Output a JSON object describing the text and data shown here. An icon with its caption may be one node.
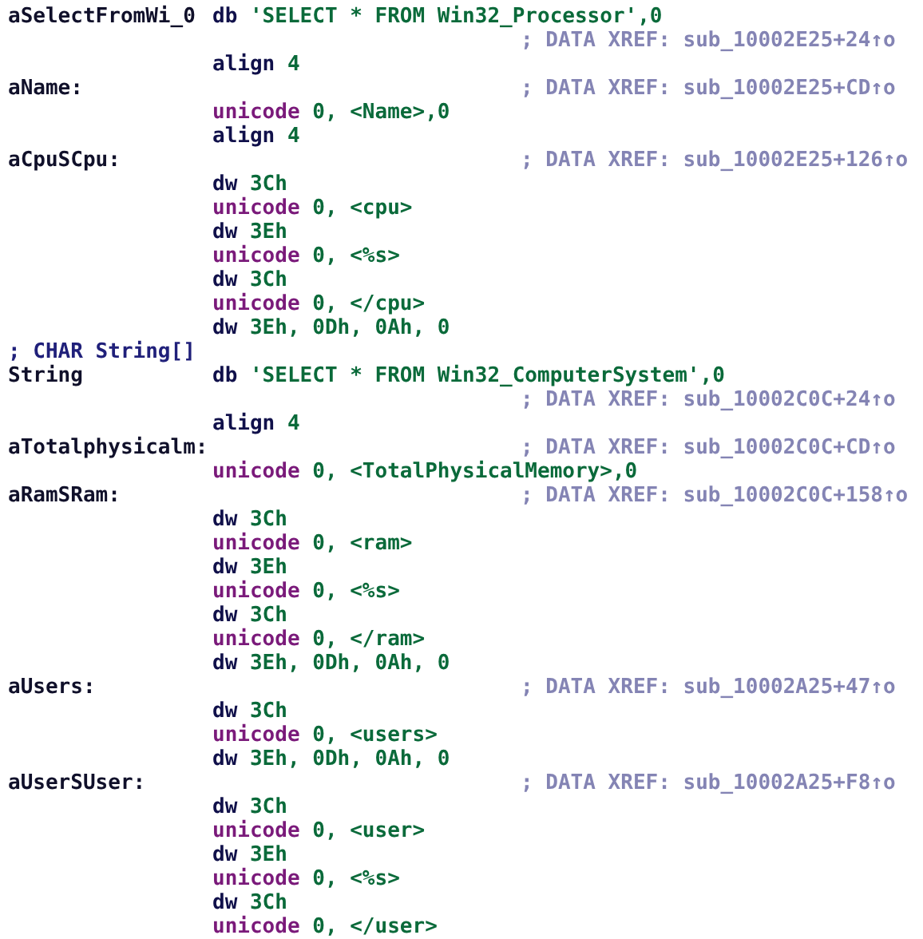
{
  "diagram": {
    "labels": [
      "aSelectFromWi_0",
      "db 'SELECT * FROM Win32_Processor',0",
      "; DATA XREF: sub_10002E25+24↑o",
      "align 4",
      "aName:",
      "; DATA XREF: sub_10002E25+CD↑o",
      "unicode 0, <Name>,0",
      "align 4",
      "aCpuSCpu:",
      "; DATA XREF: sub_10002E25+126↑o",
      "dw 3Ch",
      "unicode 0, <cpu>",
      "dw 3Eh",
      "unicode 0, <%s>",
      "dw 3Ch",
      "unicode 0, </cpu>",
      "dw 3Eh, 0Dh, 0Ah, 0",
      "; CHAR String[]",
      "String",
      "db 'SELECT * FROM Win32_ComputerSystem',0",
      "; DATA XREF: sub_10002C0C+24↑o",
      "align 4",
      "aTotalphysicalm:",
      "; DATA XREF: sub_10002C0C+CD↑o",
      "unicode 0, <TotalPhysicalMemory>,0",
      "aRamSRam:",
      "; DATA XREF: sub_10002C0C+158↑o",
      "dw 3Ch",
      "unicode 0, <ram>",
      "dw 3Eh",
      "unicode 0, <%s>",
      "dw 3Ch",
      "unicode 0, </ram>",
      "dw 3Eh, 0Dh, 0Ah, 0",
      "aUsers:",
      "; DATA XREF: sub_10002A25+47↑o",
      "dw 3Ch",
      "unicode 0, <users>",
      "dw 3Eh, 0Dh, 0Ah, 0",
      "aUserSUser:",
      "; DATA XREF: sub_10002A25+F8↑o",
      "dw 3Ch",
      "unicode 0, <user>",
      "dw 3Eh",
      "unicode 0, <%s>",
      "dw 3Ch",
      "unicode 0, </user>"
    ]
  }
}
